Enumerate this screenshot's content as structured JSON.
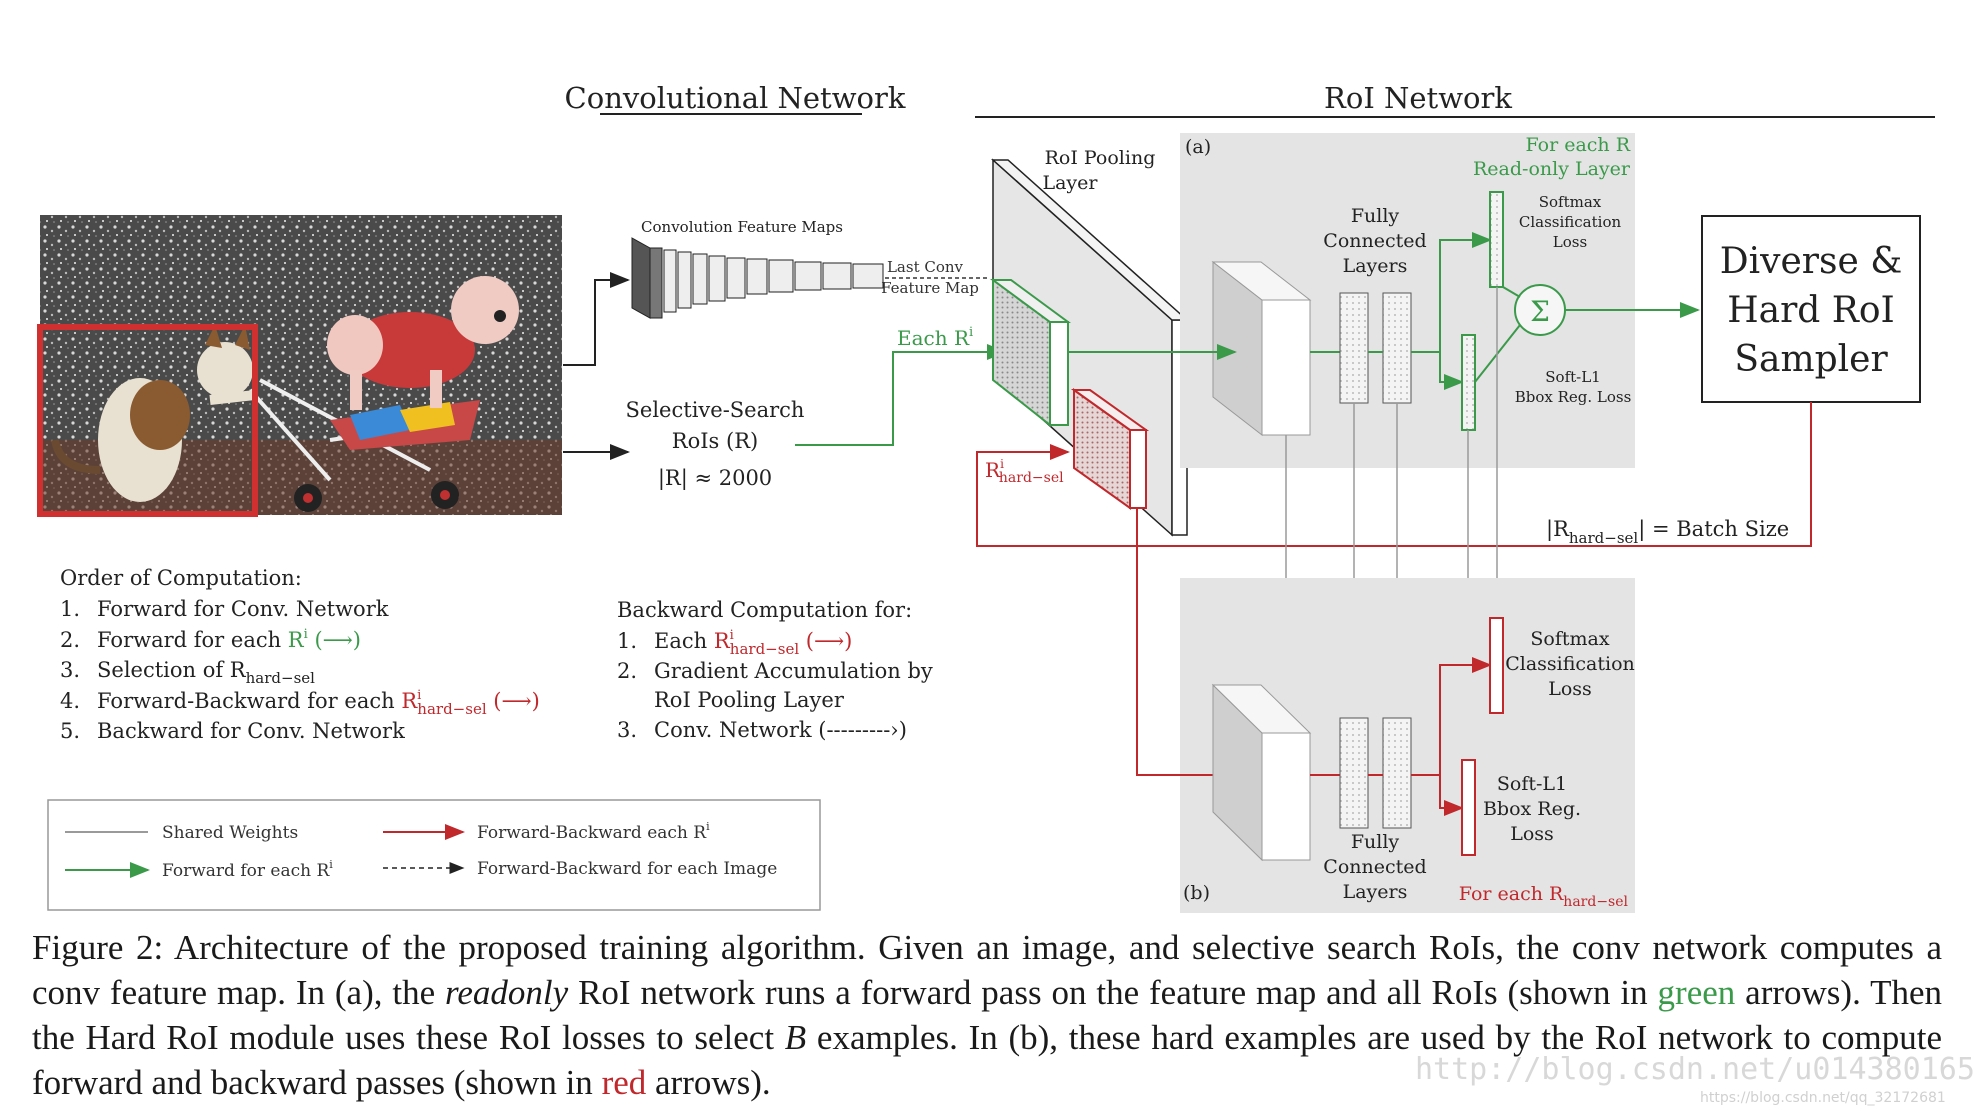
{
  "headers": {
    "conv_network": "Convolutional Network",
    "roi_network": "RoI Network"
  },
  "conv": {
    "feature_maps": "Convolution Feature Maps",
    "last_conv_1": "Last Conv",
    "last_conv_2": "Feature Map"
  },
  "ss": {
    "line1": "Selective-Search",
    "line2": "RoIs (R)",
    "count": "|R| ≈ 2000"
  },
  "roi_pool": {
    "line1": "RoI Pooling",
    "line2": "Layer"
  },
  "each_r": "Each R",
  "each_r_sup": "i",
  "r_hard": {
    "base": "R",
    "sup": "i",
    "sub": "hard−sel"
  },
  "panel_a": {
    "tag": "(a)",
    "for_each_1": "For each R",
    "for_each_2": "Read-only Layer",
    "fc_1": "Fully",
    "fc_2": "Connected",
    "fc_3": "Layers",
    "softmax_1": "Softmax",
    "softmax_2": "Classification",
    "softmax_3": "Loss",
    "bbox_1": "Soft-L1",
    "bbox_2": "Bbox Reg. Loss",
    "sigma": "Σ"
  },
  "panel_b": {
    "tag": "(b)",
    "softmax_1": "Softmax",
    "softmax_2": "Classification",
    "softmax_3": "Loss",
    "bbox_1": "Soft-L1",
    "bbox_2": "Bbox Reg.",
    "bbox_3": "Loss",
    "fc_1": "Fully",
    "fc_2": "Connected",
    "fc_3": "Layers",
    "for_each": "For each R",
    "for_each_sub": "hard−sel"
  },
  "sampler": {
    "line1": "Diverse &",
    "line2": "Hard RoI",
    "line3": "Sampler"
  },
  "batch": {
    "prefix": "|R",
    "sub": "hard−sel",
    "suffix": "| = Batch Size"
  },
  "order": {
    "title": "Order of Computation:",
    "n1": "1.",
    "s1": "Forward for Conv. Network",
    "n2": "2.",
    "s2a": "Forward for each ",
    "s2b": "R",
    "s2c": "i",
    "s2d": " (⟶)",
    "n3": "3.",
    "s3a": "Selection of R",
    "s3b": "hard−sel",
    "n4": "4.",
    "s4a": "Forward-Backward for each ",
    "s4b": "R",
    "s4c": "i",
    "s4d": "hard−sel",
    "s4e": " (⟶)",
    "n5": "5.",
    "s5": "Backward for Conv. Network"
  },
  "backward": {
    "title": "Backward Computation for:",
    "n1": "1.",
    "s1a": "Each ",
    "s1b": "R",
    "s1c": "i",
    "s1d": "hard−sel",
    "s1e": " (⟶)",
    "n2": "2.",
    "s2": "Gradient Accumulation by",
    "s2b": "RoI Pooling Layer",
    "n3": "3.",
    "s3": "Conv. Network (---------›)"
  },
  "legend": {
    "shared": "Shared Weights",
    "fwd": "Forward for each R",
    "fwd_sup": "i",
    "fb": "Forward-Backward each R",
    "fb_sup": "i",
    "fb_img": "Forward-Backward for each Image"
  },
  "caption": {
    "p1": "Figure 2: Architecture of the proposed training algorithm. Given an image, and selective search RoIs, the conv network computes a conv feature map. In (a), the ",
    "readonly": "readonly",
    "p2": " RoI network runs a forward pass on the feature map and all RoIs (shown in ",
    "green": "green",
    "p3": " arrows). Then the Hard RoI module uses these RoI losses to select ",
    "b": "B",
    "p4": " examples. In (b), these hard examples are used by the RoI network to compute forward and backward passes (shown in ",
    "red": "red",
    "p5": " arrows)."
  },
  "watermark": {
    "line1": "http://blog.csdn.net/u014380165",
    "line2": "https://blog.csdn.net/qq_32172681"
  },
  "colors": {
    "green": "#3a9a4a",
    "red": "#c0282c",
    "panel": "#e4e4e4",
    "gray_line": "#9a9a9a"
  }
}
